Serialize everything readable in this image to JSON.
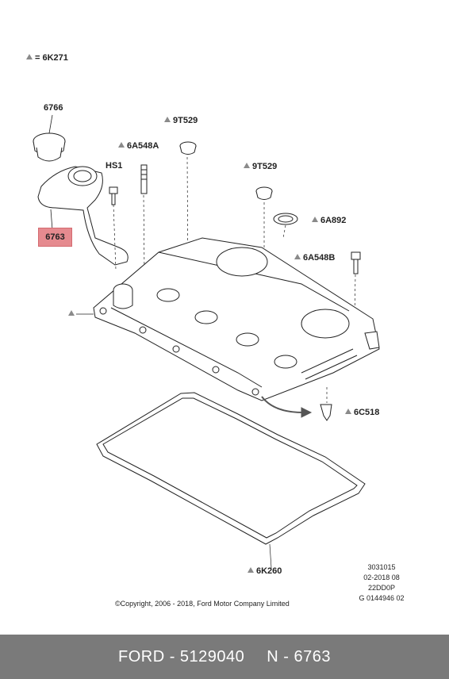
{
  "legend": {
    "text": "= 6K271"
  },
  "labels": {
    "oil_filler_cap": "6766",
    "dipstick_tube": "6763",
    "hs1": "HS1",
    "bolt_6a548a": "6A548A",
    "seal_9t529_a": "9T529",
    "seal_9t529_b": "9T529",
    "seal_6a892": "6A892",
    "bolt_6a548b": "6A548B",
    "cover_ref": "",
    "breather_6c518": "6C518",
    "gasket_6k260": "6K260"
  },
  "meta": {
    "line1": "3031015",
    "line2": "02-2018 08",
    "line3": "22DD0P",
    "line4": "G 0144946 02"
  },
  "copyright": "©Copyright, 2006 - 2018, Ford Motor Company Limited",
  "footer": {
    "brand_part": "FORD - 5129040",
    "ref": "N - 6763"
  },
  "colors": {
    "highlight": "#e58a8f",
    "footer_bg": "#7a7a7a",
    "marker": "#8a8a8a"
  }
}
